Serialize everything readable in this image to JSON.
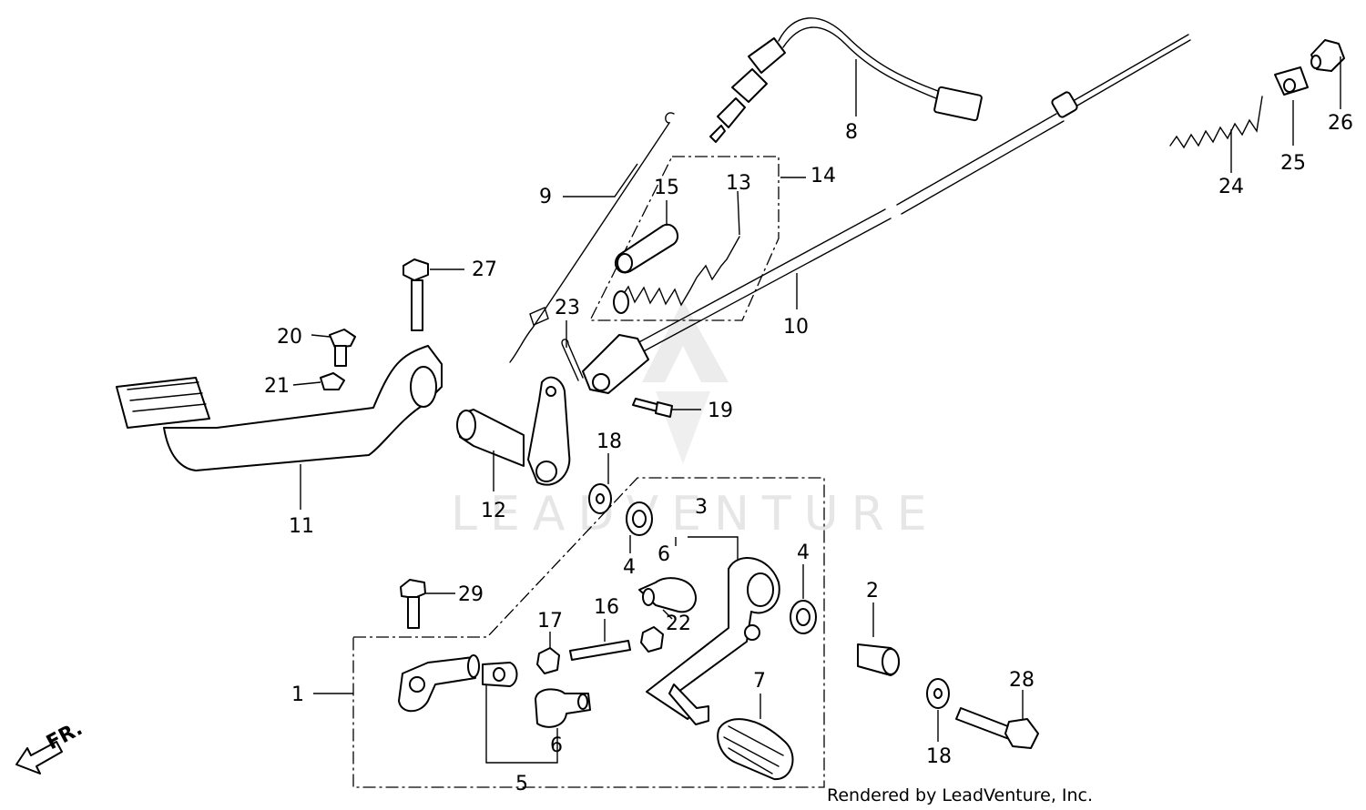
{
  "watermark": "LEADVENTURE",
  "credit": "Rendered by LeadVenture, Inc.",
  "direction_label": "FR.",
  "callouts": {
    "c1": "1",
    "c2": "2",
    "c3": "3",
    "c4a": "4",
    "c4b": "4",
    "c5": "5",
    "c6a": "6",
    "c6b": "6",
    "c7": "7",
    "c8": "8",
    "c9": "9",
    "c10": "10",
    "c11": "11",
    "c12": "12",
    "c13": "13",
    "c14": "14",
    "c15": "15",
    "c16": "16",
    "c17": "17",
    "c18a": "18",
    "c18b": "18",
    "c19": "19",
    "c20": "20",
    "c21": "21",
    "c22": "22",
    "c23": "23",
    "c24": "24",
    "c25": "25",
    "c26": "26",
    "c27": "27",
    "c28": "28",
    "c29": "29"
  }
}
